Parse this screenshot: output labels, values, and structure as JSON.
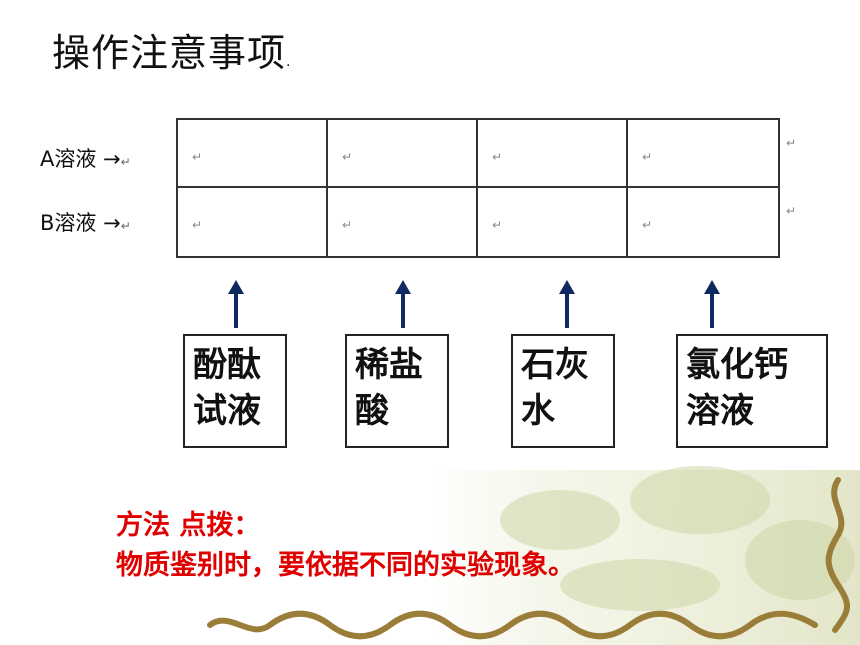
{
  "title": {
    "text": "操作注意事项",
    "suffix": "."
  },
  "rows": [
    {
      "label": "A溶液 →",
      "marker": "↵"
    },
    {
      "label": "B溶液 →",
      "marker": "↵"
    }
  ],
  "cell_marker": "↵",
  "reagents": [
    {
      "line1": "酚酞",
      "line2": "试液"
    },
    {
      "line1": "稀盐",
      "line2": "酸"
    },
    {
      "line1": "石灰",
      "line2": "水"
    },
    {
      "line1": "氯化钙",
      "line2": "溶液"
    }
  ],
  "tip": {
    "heading": "方法 点拨：",
    "body": "物质鉴别时，要依据不同的实验现象。"
  },
  "colors": {
    "arrow": "#0f2a63",
    "tip": "#e00000",
    "decor_green": "#d6dcb4",
    "decor_brown": "#9b7d3a"
  }
}
